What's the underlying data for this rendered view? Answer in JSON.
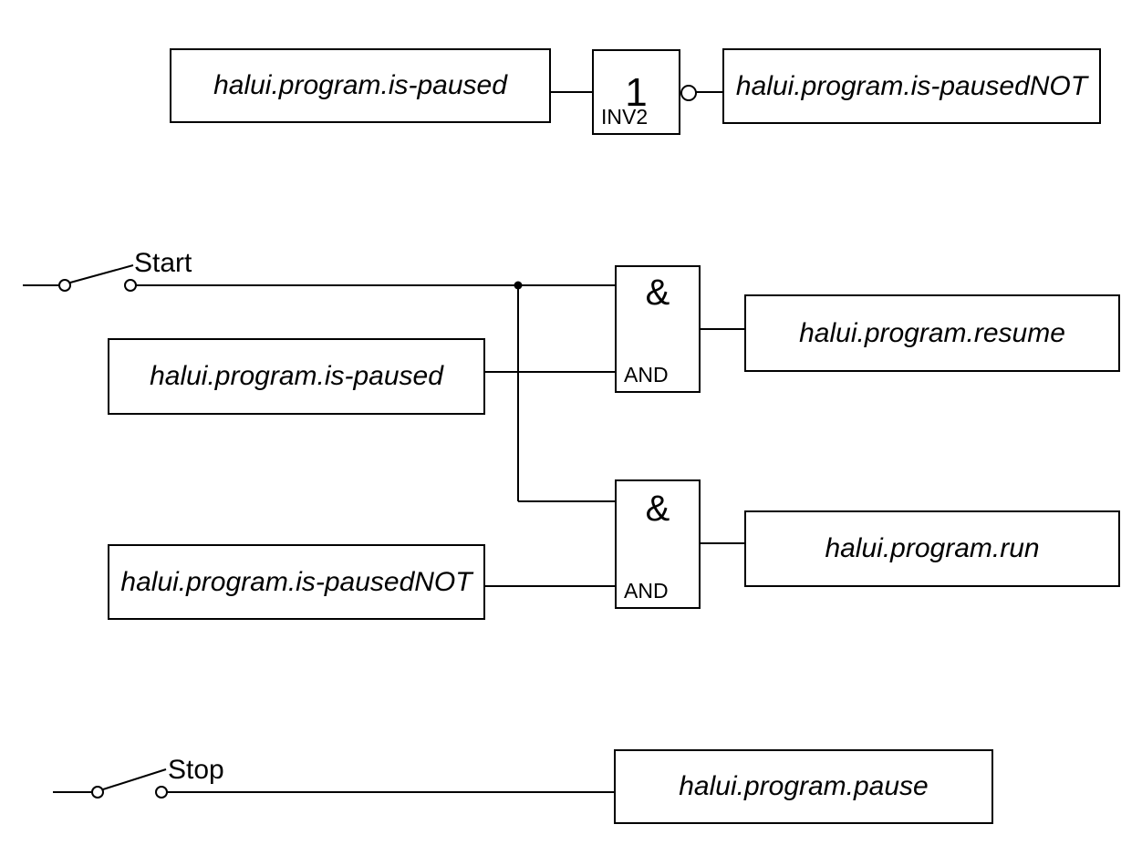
{
  "diagram": {
    "colors": {
      "background": "#ffffff",
      "line": "#000000",
      "text": "#000000"
    },
    "switches": {
      "start": {
        "label": "Start"
      },
      "stop": {
        "label": "Stop"
      }
    },
    "gates": {
      "inverter": {
        "symbol": "1",
        "label": "INV2"
      },
      "and": {
        "symbol": "&",
        "label": "AND"
      }
    },
    "signals": {
      "top_input": "halui.program.is-paused",
      "top_output": "halui.program.is-pausedNOT",
      "mid_input_paused": "halui.program.is-paused",
      "resume_output": "halui.program.resume",
      "mid_input_pausednot": "halui.program.is-pausedNOT",
      "run_output": "halui.program.run",
      "pause_output": "halui.program.pause"
    }
  }
}
